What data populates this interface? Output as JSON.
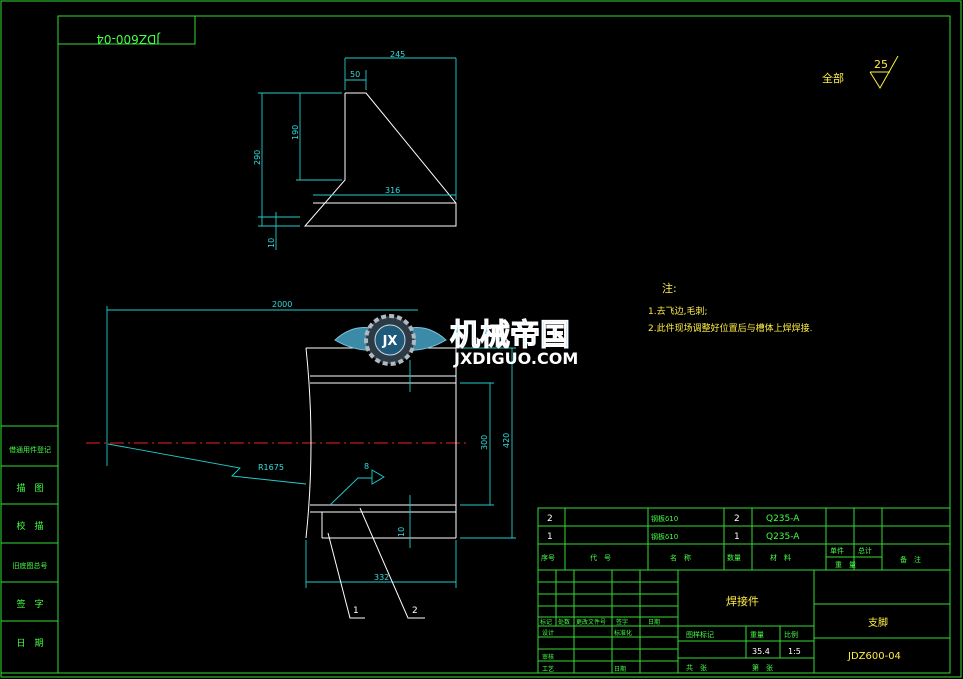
{
  "drawing_code_mirrored": "JDZ600-04",
  "surface_finish": {
    "label": "全部",
    "value": "25"
  },
  "notes": {
    "title": "注:",
    "items": [
      "1.去飞边,毛刺;",
      "2.此件现场调整好位置后与槽体上焊焊接."
    ]
  },
  "watermark": {
    "name": "机械帝国",
    "url": "JXDIGUO.COM",
    "badge": "JX"
  },
  "top_view_dims": {
    "d245": "245",
    "d50": "50",
    "d190": "190",
    "d290": "290",
    "d316": "316",
    "d10": "10"
  },
  "main_view_dims": {
    "d2000": "2000",
    "r1675": "R1675",
    "d300": "300",
    "d420": "420",
    "d10": "10",
    "d332": "332",
    "d8": "8"
  },
  "balloons": [
    "1",
    "2"
  ],
  "left_stamps": [
    "借通用件登记",
    "描　图",
    "校　描",
    "旧底图总号",
    "签　字",
    "日　期"
  ],
  "parts_list": {
    "rows": [
      {
        "no": "2",
        "name": "钢板δ10",
        "qty": "2",
        "material": "Q235-A"
      },
      {
        "no": "1",
        "name": "钢板δ10",
        "qty": "1",
        "material": "Q235-A"
      }
    ],
    "header": {
      "no": "序号",
      "code": "代　号",
      "name": "名　称",
      "qty": "数量",
      "material": "材　料",
      "unit": "单件",
      "total": "总计",
      "weight": "重　量",
      "remark": "备　注"
    }
  },
  "title_block": {
    "part_name": "焊接件",
    "assembly_name": "支脚",
    "drawing_no": "JDZ600-04",
    "stage_label": "图样标记",
    "weight_label": "重量",
    "scale_label": "比例",
    "weight": "35.4",
    "scale": "1:5",
    "sheet_total_label": "共　张",
    "sheet_label": "第　张",
    "rev_cols": [
      "标记",
      "处数",
      "更改文件号",
      "签字",
      "日期"
    ],
    "sign_rows": [
      "设计",
      "标准化",
      "审核",
      "工艺",
      "日期"
    ]
  }
}
